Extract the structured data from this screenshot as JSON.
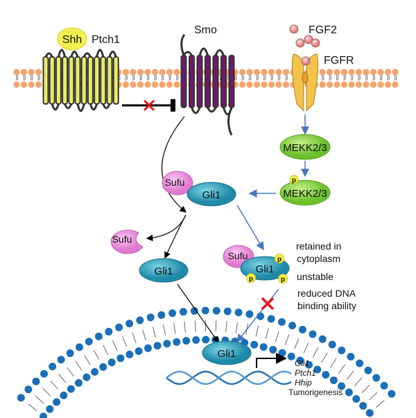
{
  "labels": {
    "shh": "Shh",
    "ptch1": "Ptch1",
    "smo": "Smo",
    "fgf2": "FGF2",
    "fgfr": "FGFR",
    "mekk_top": "MEKK2/3",
    "mekk_bottom": "MEKK2/3",
    "phospho": "p",
    "sufu_complex": "Sufu",
    "gli1_complex": "Gli1",
    "sufu_free": "Sufu",
    "gli1_free": "Gli1",
    "sufu_phospho": "Sufu",
    "gli1_phospho": "Gli1",
    "gli1_nucleus": "Gli1"
  },
  "notes": {
    "line1": "retained in",
    "line2": "cytoplasm",
    "line3": "unstable",
    "line4": "reduced DNA",
    "line5": "binding ability"
  },
  "targets": [
    "Gli1",
    "Ptch1",
    "Hhip",
    "Tumorigenesis"
  ],
  "colors": {
    "membrane_lipid": "#f4a46a",
    "nuclear_lipid": "#1a6fb8",
    "ptch1": "#e6ec6a",
    "smo": "#6e1a6a",
    "shh": "#f2ef50",
    "fgfr": "#f3c24a",
    "fgf2": "#f0a0a0",
    "mekk": "#8fd44a",
    "gli1": "#3ab0c8",
    "sufu": "#ee8ee0",
    "phospho": "#f5f04a",
    "inhibit_x": "#e8141c",
    "arrow_blue": "#4a78c0"
  }
}
